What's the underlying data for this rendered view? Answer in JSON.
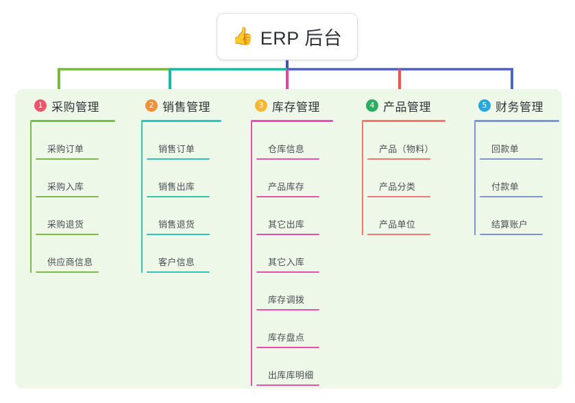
{
  "root": {
    "icon": "thumbs-up-icon",
    "emoji": "👍",
    "title": "ERP 后台"
  },
  "theme": {
    "panel_background": "#eef8e8",
    "page_background": "#ffffff",
    "root_stem_color": "#4055b8",
    "trunk_left_color": "#76b93f",
    "trunk_mid_color": "#14b8a6",
    "trunk_right_color": "#4f5fc4"
  },
  "branches": [
    {
      "number": "1",
      "label": "采购管理",
      "badge_color": "#f0556b",
      "line_color": "#7cba46",
      "stem_color": "#76b93f",
      "rule_width": 124,
      "items": [
        "采购订单",
        "采购入库",
        "采购退货",
        "供应商信息"
      ]
    },
    {
      "number": "2",
      "label": "销售管理",
      "badge_color": "#f0913a",
      "line_color": "#2ec4b6",
      "stem_color": "#14b8a6",
      "rule_width": 117,
      "items": [
        "销售订单",
        "销售出库",
        "销售退货",
        "客户信息"
      ]
    },
    {
      "number": "3",
      "label": "库存管理",
      "badge_color": "#f7b731",
      "line_color": "#e84db0",
      "stem_color": "#e8439c",
      "rule_width": 120,
      "items": [
        "仓库信息",
        "产品库存",
        "其它出库",
        "其它入库",
        "库存调拨",
        "库存盘点",
        "出库库明细"
      ]
    },
    {
      "number": "4",
      "label": "产品管理",
      "badge_color": "#27ae60",
      "line_color": "#f2736f",
      "stem_color": "#f0544f",
      "rule_width": 122,
      "items": [
        "产品（物料）",
        "产品分类",
        "产品单位"
      ]
    },
    {
      "number": "5",
      "label": "财务管理",
      "badge_color": "#29a8e0",
      "line_color": "#7b92d4",
      "stem_color": "#4a66c6",
      "rule_width": 124,
      "items": [
        "回款单",
        "付款单",
        "结算账户"
      ]
    }
  ]
}
